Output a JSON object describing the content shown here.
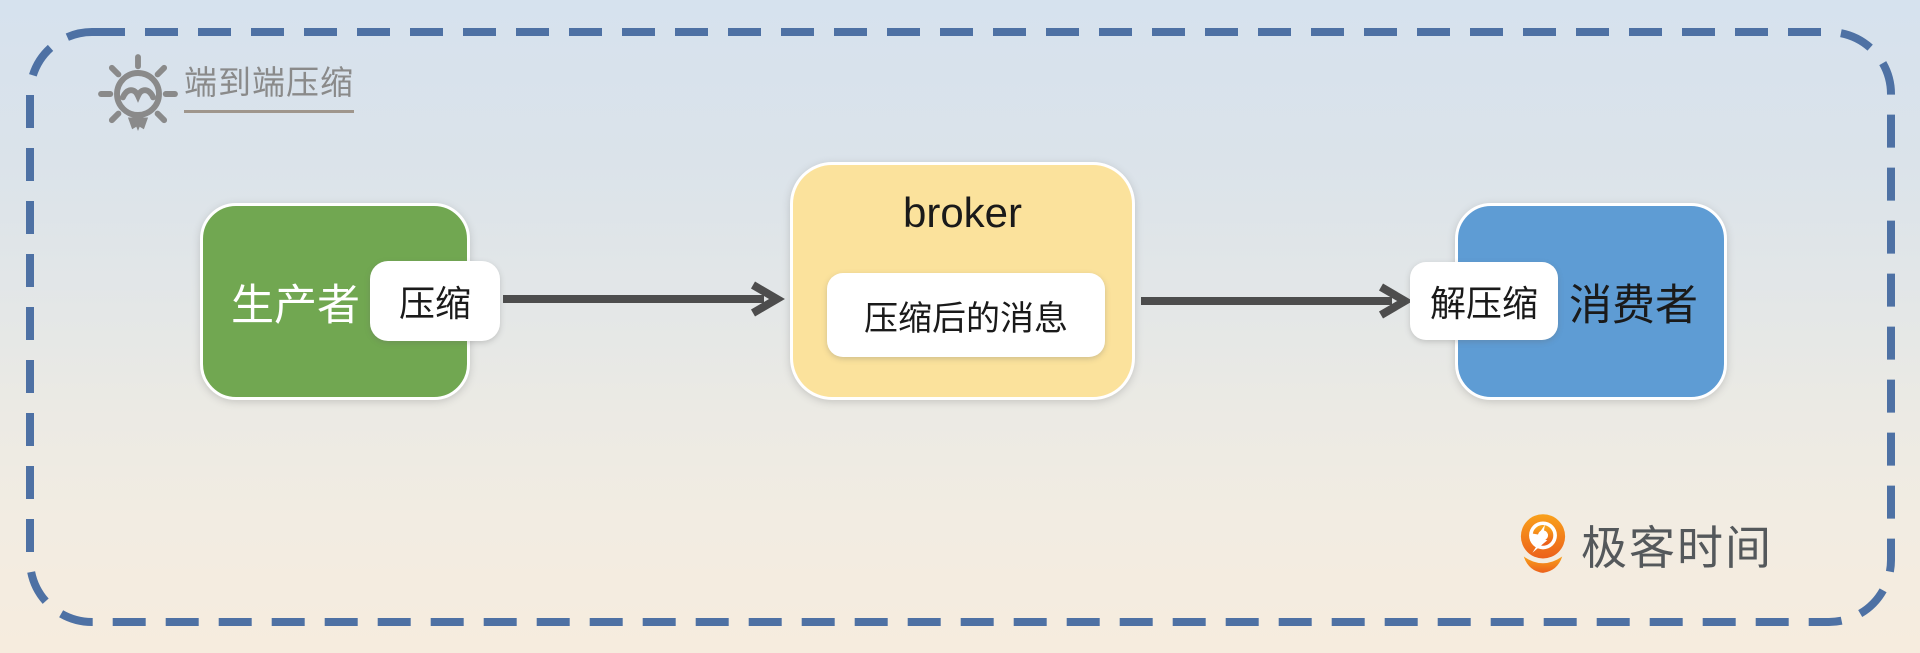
{
  "annotation": {
    "icon": "lightbulb-icon",
    "label": "端到端压缩"
  },
  "nodes": {
    "producer": {
      "label": "生产者",
      "badge": "压缩"
    },
    "broker": {
      "title": "broker",
      "badge": "压缩后的消息"
    },
    "consumer": {
      "label": "消费者",
      "badge": "解压缩"
    }
  },
  "arrows": [
    {
      "from": "producer",
      "to": "broker"
    },
    {
      "from": "broker",
      "to": "consumer"
    }
  ],
  "logo": {
    "icon": "geektime-pin-icon",
    "text": "极客时间"
  },
  "colors": {
    "frame": "#4e71a4",
    "arrow": "#4d4d4d",
    "producer": "#71a751",
    "broker": "#fbe29c",
    "consumer": "#5e9cd4",
    "badge_bg": "#ffffff",
    "producer_text": "#ffffff",
    "node_text_dark": "#1a1a1a",
    "annotation_text": "#8a8a8a",
    "logo_orange_top": "#f9a11b",
    "logo_orange_bottom": "#ec611b",
    "logo_text": "#54585b",
    "bg_top": "#d6e2ee",
    "bg_bottom": "#f6ecde"
  }
}
